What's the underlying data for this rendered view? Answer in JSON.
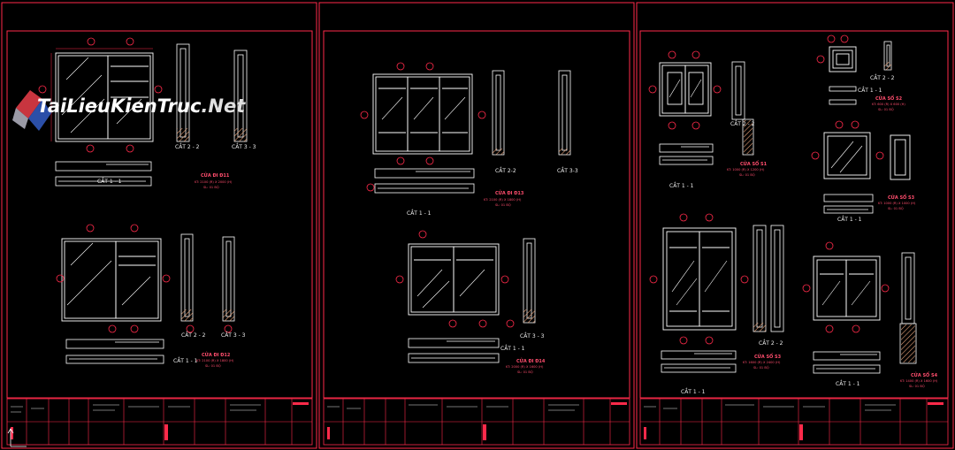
{
  "watermark": {
    "brand_main": "TaiLieuKienTruc",
    "brand_tld": ".Net",
    "logo_icon": "blueprint-cube-logo"
  },
  "colors": {
    "background": "#000000",
    "frame": "#ff2a4a",
    "linework": "#ffffff",
    "label": "#ff4d6d",
    "hatch": "#e8a37a"
  },
  "sheets": [
    {
      "name": "sheet-1",
      "doors": [
        {
          "code": "CỬA ĐI Đ11",
          "spec": "KT: 2100 (R) X 2000 (H)",
          "qty": "SL: 01 BỘ",
          "section_a": "CẮT 1 - 1",
          "section_b": "CẮT 2 - 2",
          "section_c": "CẮT 3 - 3"
        },
        {
          "code": "CỬA ĐI Đ12",
          "spec": "KT: 2100 (R) X 1800 (H)",
          "qty": "SL: 01 BỘ",
          "section_a": "CẮT 1 - 1",
          "section_b": "CẮT 2 - 2",
          "section_c": "CẮT 3 - 3"
        }
      ]
    },
    {
      "name": "sheet-2",
      "doors": [
        {
          "code": "CỬA ĐI Đ13",
          "spec": "KT: 2100 (R) X 1800 (H)",
          "qty": "SL: 01 BỘ",
          "section_a": "CẮT 1 - 1",
          "section_b": "CẮT 2-2",
          "section_c": "CẮT 3-3"
        },
        {
          "code": "CỬA ĐI Đ14",
          "spec": "KT: 2000 (R) X 1600 (H)",
          "qty": "SL: 01 BỘ",
          "section_a": "CẮT 1 - 1",
          "section_b": "CẮT 3 - 3"
        }
      ]
    },
    {
      "name": "sheet-3",
      "doors": [
        {
          "code": "CỬA SỔ S1",
          "spec": "KT: 1000 (R) X 1200 (H)",
          "qty": "SL: 01 BỘ",
          "section_a": "CẮT 1 - 1",
          "section_b": "CẮT 2 - 2"
        },
        {
          "code": "CỬA SỔ S2",
          "spec": "KT: 600 (R) X 600 (H)",
          "qty": "SL: 01 BỘ",
          "section_a": "CẮT 1 - 1",
          "section_b": "CẮT 2 - 2"
        },
        {
          "code": "CỬA SỔ S3",
          "spec": "KT: 1000 (R) X 1000 (H)",
          "qty": "SL: 01 BỘ",
          "section_a": "CẮT 1 - 1"
        },
        {
          "code": "CỬA SỔ S3",
          "spec": "KT: 1600 (R) X 2400 (H)",
          "qty": "SL: 01 BỘ",
          "section_a": "CẮT 1 - 1",
          "section_b": "CẮT 2 - 2"
        },
        {
          "code": "CỬA SỔ S4",
          "spec": "KT: 1400 (R) X 1600 (H)",
          "qty": "SL: 01 BỘ",
          "section_a": "CẮT 1 - 1"
        }
      ]
    }
  ]
}
